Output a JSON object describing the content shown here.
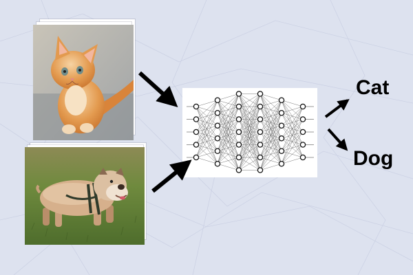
{
  "labels": {
    "cat": "Cat",
    "dog": "Dog"
  },
  "inputs": [
    {
      "id": "cat",
      "image": "orange-kitten-photo"
    },
    {
      "id": "dog",
      "image": "bulldog-on-grass-photo"
    }
  ],
  "network": {
    "layer_sizes": [
      5,
      6,
      7,
      7,
      6,
      5
    ]
  },
  "colors": {
    "background": "#dfe3f0",
    "arrow": "#000000",
    "panel": "#ffffff"
  }
}
